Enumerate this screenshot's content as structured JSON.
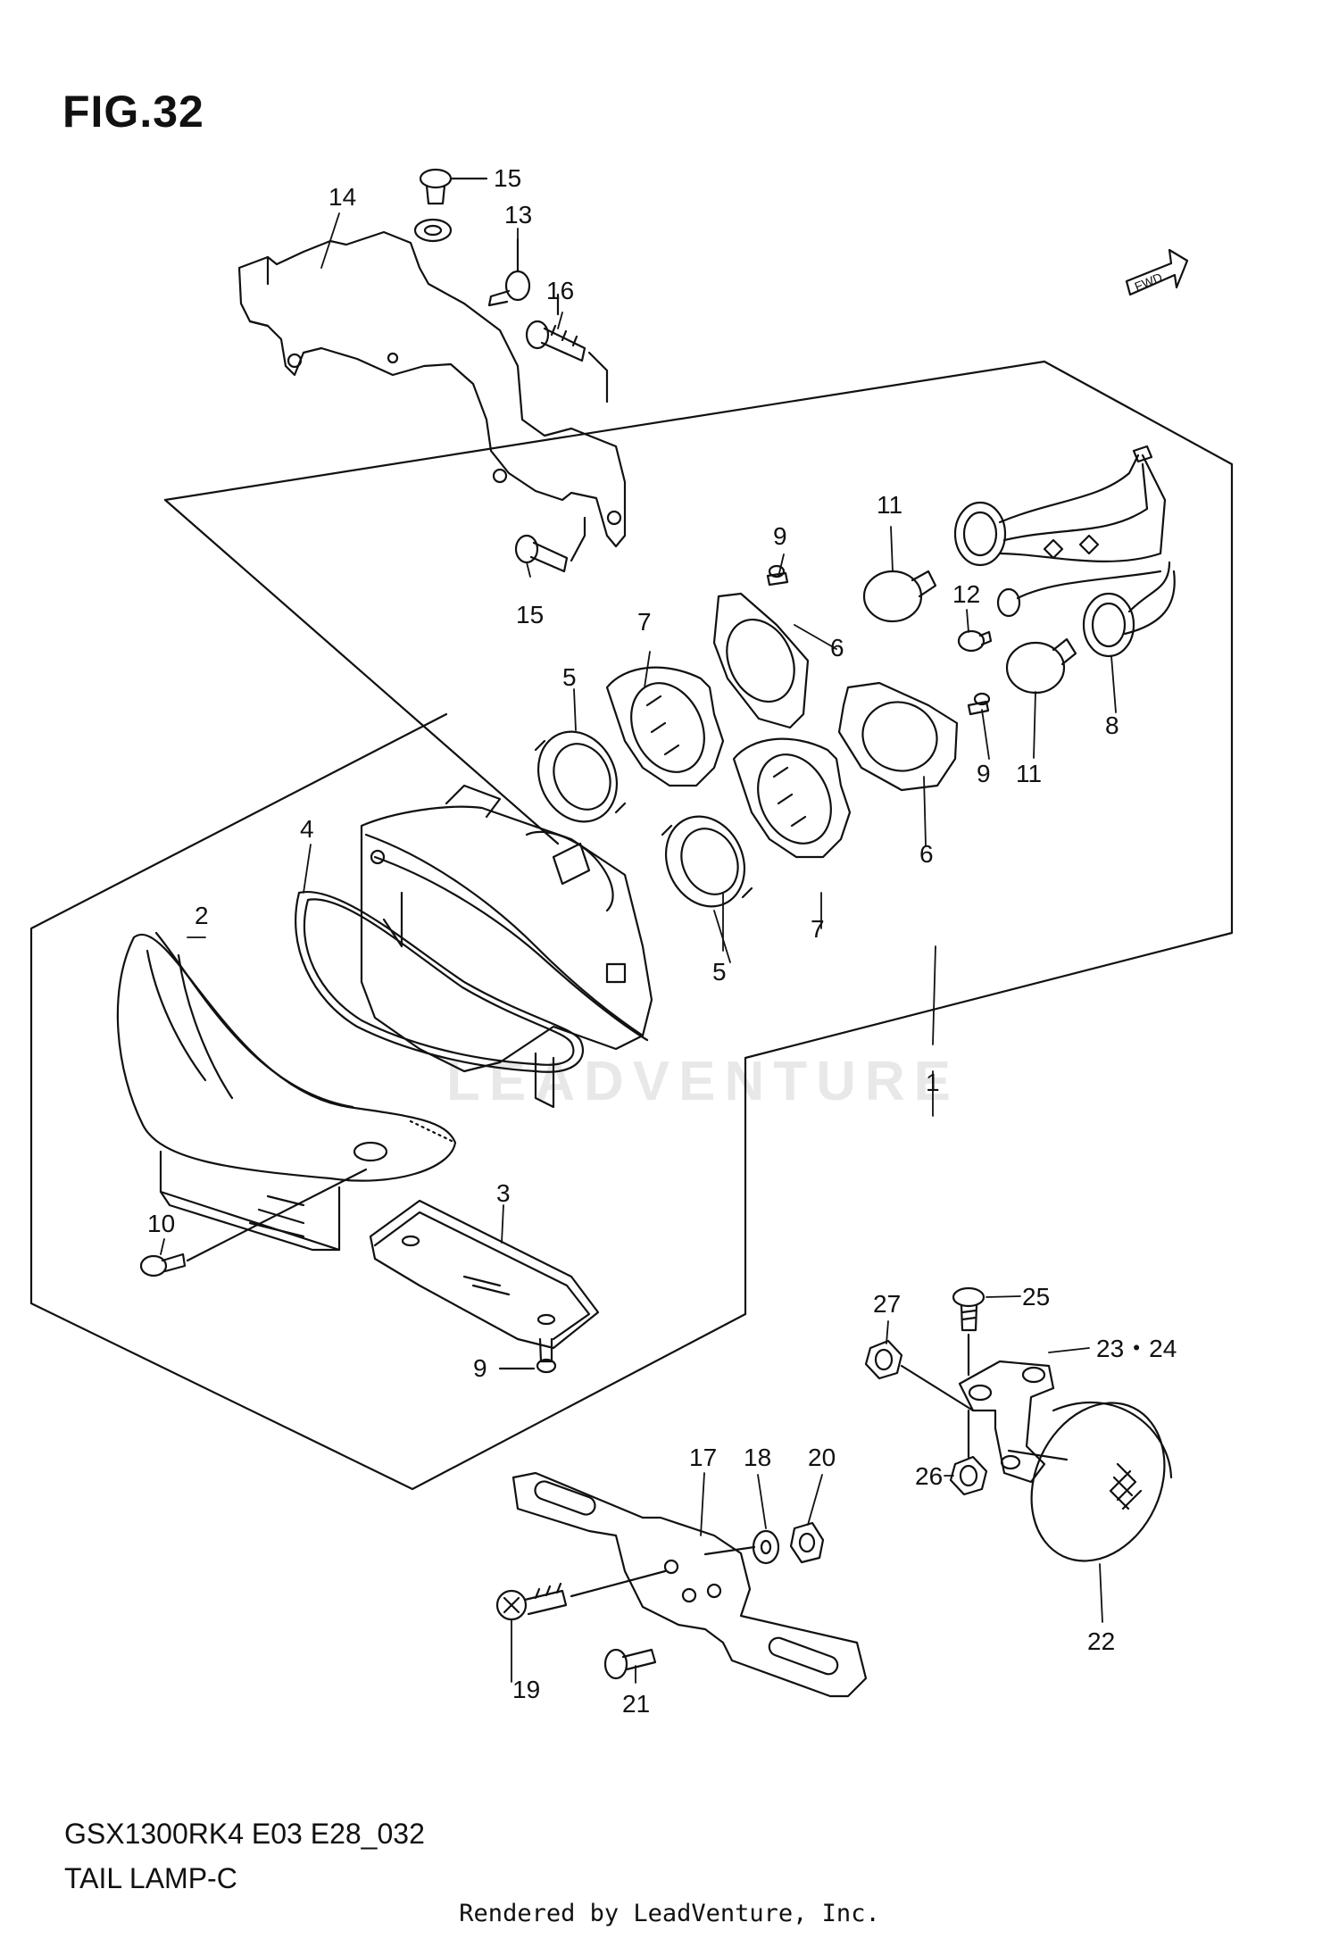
{
  "figure": {
    "title": "FIG.32",
    "model_code": "GSX1300RK4 E03 E28_032",
    "section_name": "TAIL LAMP-C",
    "credit": "Rendered by LeadVenture, Inc.",
    "watermark": "LEADVENTURE",
    "fwd_label": "FWD"
  },
  "callouts": [
    {
      "id": "c1",
      "label": "1"
    },
    {
      "id": "c2",
      "label": "2"
    },
    {
      "id": "c3",
      "label": "3"
    },
    {
      "id": "c4",
      "label": "4"
    },
    {
      "id": "c5a",
      "label": "5"
    },
    {
      "id": "c5b",
      "label": "5"
    },
    {
      "id": "c6a",
      "label": "6"
    },
    {
      "id": "c6b",
      "label": "6"
    },
    {
      "id": "c7a",
      "label": "7"
    },
    {
      "id": "c7b",
      "label": "7"
    },
    {
      "id": "c8",
      "label": "8"
    },
    {
      "id": "c9a",
      "label": "9"
    },
    {
      "id": "c9b",
      "label": "9"
    },
    {
      "id": "c9c",
      "label": "9"
    },
    {
      "id": "c10",
      "label": "10"
    },
    {
      "id": "c11a",
      "label": "11"
    },
    {
      "id": "c11b",
      "label": "11"
    },
    {
      "id": "c12",
      "label": "12"
    },
    {
      "id": "c13",
      "label": "13"
    },
    {
      "id": "c14",
      "label": "14"
    },
    {
      "id": "c15a",
      "label": "15"
    },
    {
      "id": "c15b",
      "label": "15"
    },
    {
      "id": "c16",
      "label": "16"
    },
    {
      "id": "c17",
      "label": "17"
    },
    {
      "id": "c18",
      "label": "18"
    },
    {
      "id": "c19",
      "label": "19"
    },
    {
      "id": "c20",
      "label": "20"
    },
    {
      "id": "c21",
      "label": "21"
    },
    {
      "id": "c22",
      "label": "22"
    },
    {
      "id": "c23",
      "label": "23・24"
    },
    {
      "id": "c25",
      "label": "25"
    },
    {
      "id": "c26",
      "label": "26"
    },
    {
      "id": "c27",
      "label": "27"
    }
  ],
  "colors": {
    "line": "#111111",
    "background": "#ffffff",
    "watermark": "#e8e8e8"
  }
}
